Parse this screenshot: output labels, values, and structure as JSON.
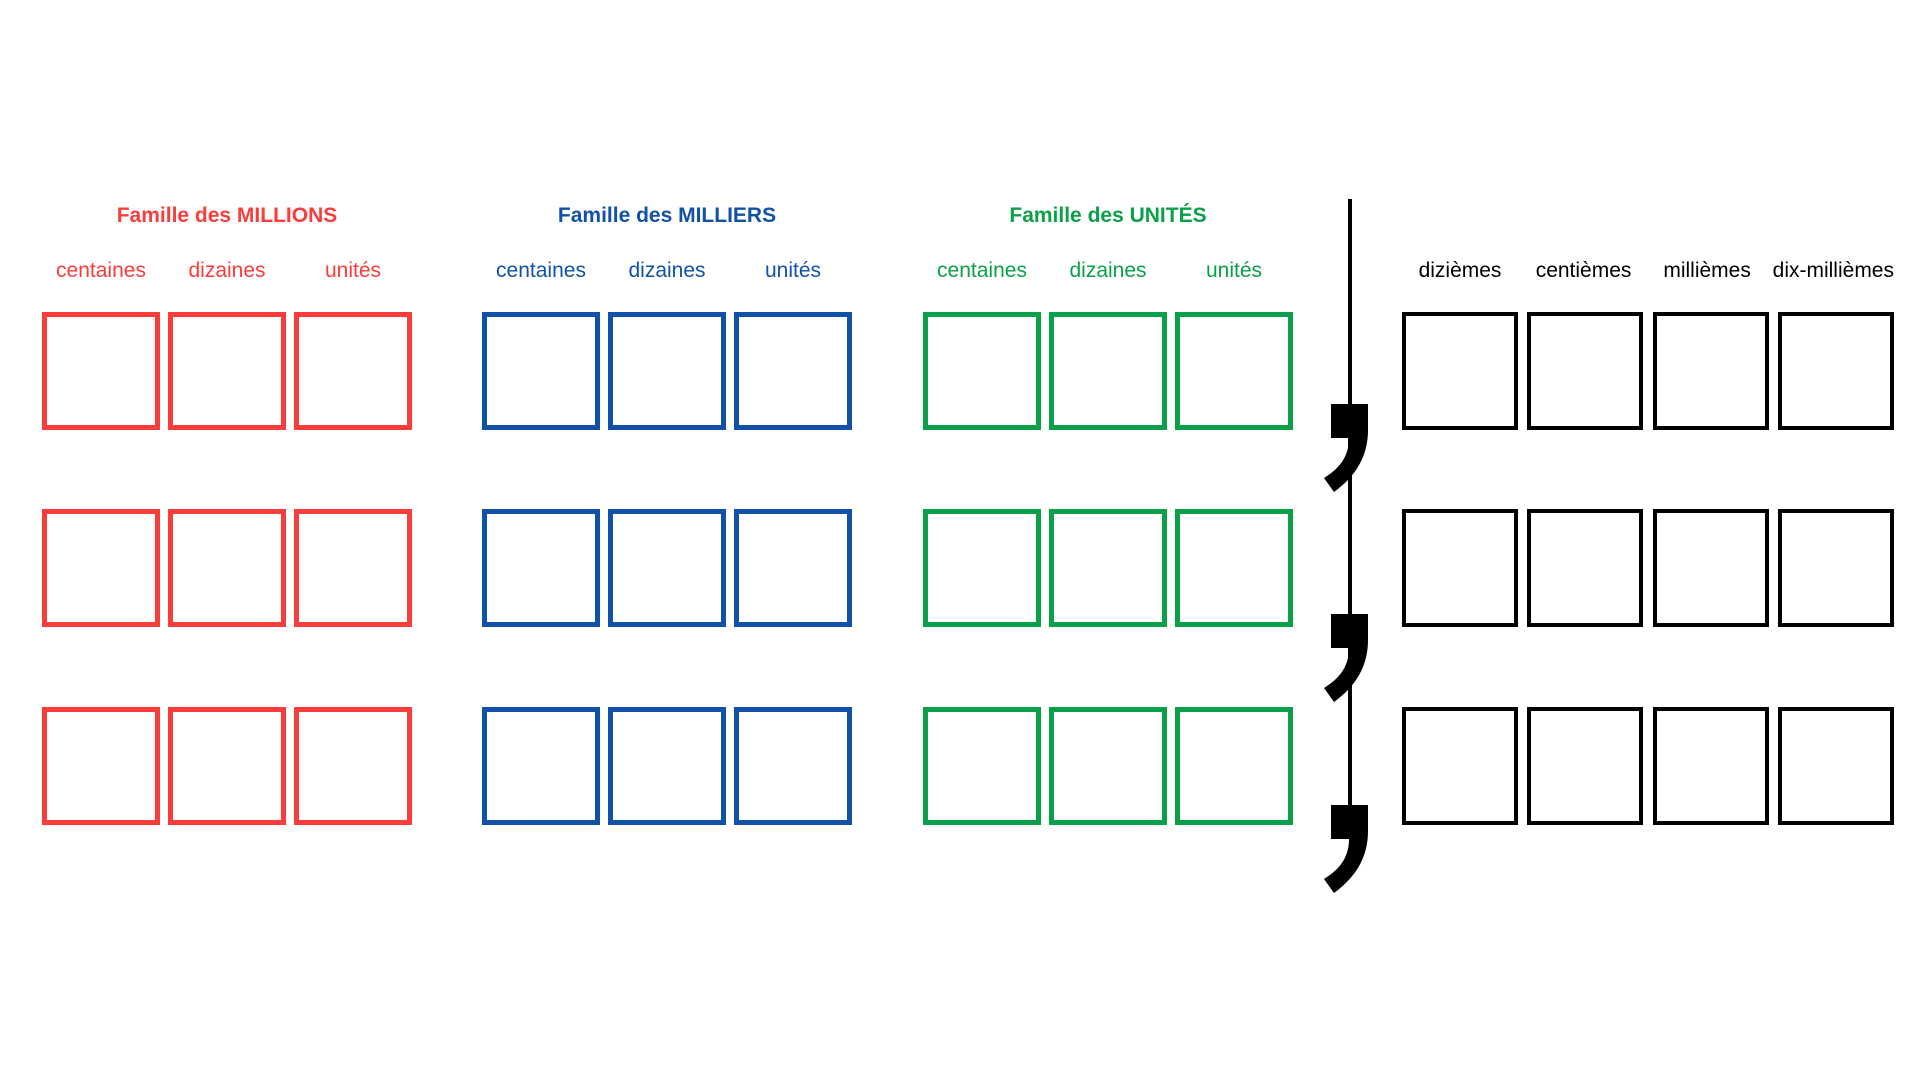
{
  "worksheet": {
    "background": "#ffffff",
    "rows_per_family": 3,
    "families": [
      {
        "title": "Famille des MILLIONS",
        "color": "#fa3c3a",
        "columns": [
          "centaines",
          "dizaines",
          "unités"
        ]
      },
      {
        "title": "Famille des MILLIERS",
        "color": "#1152a8",
        "columns": [
          "centaines",
          "dizaines",
          "unités"
        ]
      },
      {
        "title": "Famille des UNITÉS",
        "color": "#0aa04a",
        "columns": [
          "centaines",
          "dizaines",
          "unités"
        ]
      }
    ],
    "decimal_section": {
      "color": "#000000",
      "columns": [
        "dizièmes",
        "centièmes",
        "millièmes",
        "dix-millièmes"
      ]
    },
    "separator": {
      "symbol": ",",
      "color": "#000000"
    }
  }
}
